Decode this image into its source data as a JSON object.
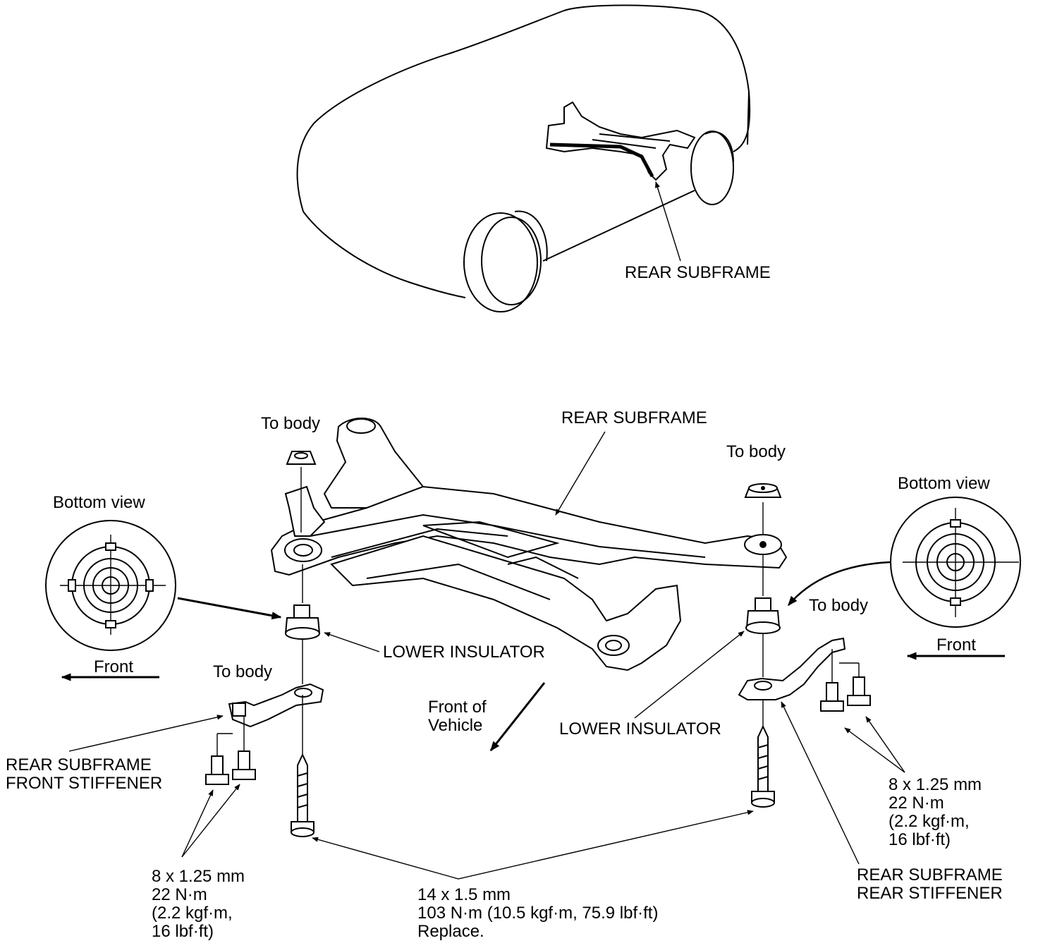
{
  "overview": {
    "callout": "REAR SUBFRAME"
  },
  "main": {
    "subframe_label": "REAR SUBFRAME"
  },
  "left": {
    "to_body_top": "To body",
    "bottom_view": "Bottom view",
    "front": "Front",
    "lower_insulator": "LOWER INSULATOR",
    "to_body_stiffener": "To body",
    "stiffener_name": [
      "REAR SUBFRAME",
      "FRONT STIFFENER"
    ],
    "bolt_spec": [
      "8 x 1.25 mm",
      "22 N·m",
      "(2.2 kgf·m,",
      "16 lbf·ft)"
    ]
  },
  "right": {
    "to_body_top": "To body",
    "bottom_view": "Bottom view",
    "front": "Front",
    "lower_insulator": "LOWER INSULATOR",
    "to_body_stiffener": "To body",
    "stiffener_name": [
      "REAR SUBFRAME",
      "REAR STIFFENER"
    ],
    "bolt_spec": [
      "8 x 1.25 mm",
      "22 N·m",
      "(2.2 kgf·m,",
      "16 lbf·ft)"
    ]
  },
  "center": {
    "front_of_vehicle": [
      "Front of",
      "Vehicle"
    ]
  },
  "long_bolt_spec": [
    "14 x 1.5 mm",
    "103 N·m (10.5 kgf·m, 75.9 lbf·ft)",
    "Replace."
  ]
}
